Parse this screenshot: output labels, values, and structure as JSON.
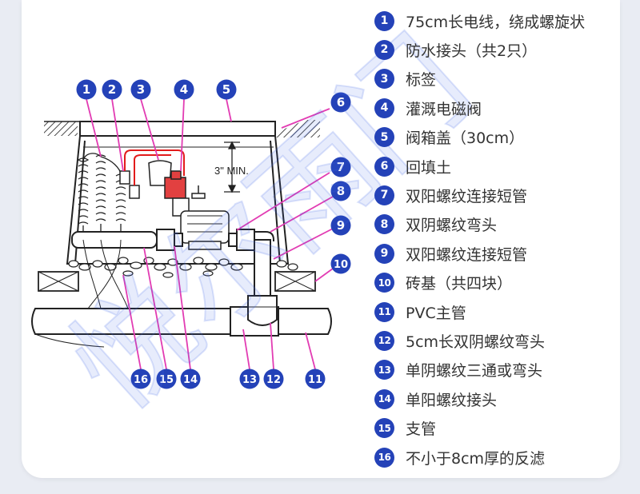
{
  "colors": {
    "badge": "#2442b8",
    "leader": "#e23cb3",
    "wire": "#e21b1b",
    "valve": "#e24040",
    "text": "#333333"
  },
  "diagram": {
    "badges": [
      "1",
      "2",
      "3",
      "4",
      "5",
      "6",
      "7",
      "8",
      "9",
      "10",
      "11",
      "12",
      "13",
      "14",
      "15",
      "16"
    ],
    "clearance_label": "3\" MIN."
  },
  "legend": [
    {
      "num": "1",
      "text": "75cm长电线，绕成螺旋状"
    },
    {
      "num": "2",
      "text": "防水接头（共2只）"
    },
    {
      "num": "3",
      "text": "标签"
    },
    {
      "num": "4",
      "text": "灌溉电磁阀"
    },
    {
      "num": "5",
      "text": "阀箱盖（30cm）"
    },
    {
      "num": "6",
      "text": "回填土"
    },
    {
      "num": "7",
      "text": "双阳螺纹连接短管"
    },
    {
      "num": "8",
      "text": "双阴螺纹弯头"
    },
    {
      "num": "9",
      "text": "双阳螺纹连接短管"
    },
    {
      "num": "10",
      "text": "砖基（共四块）"
    },
    {
      "num": "11",
      "text": "PVC主管"
    },
    {
      "num": "12",
      "text": "5cm长双阴螺纹弯头"
    },
    {
      "num": "13",
      "text": "单阴螺纹三通或弯头"
    },
    {
      "num": "14",
      "text": "单阳螺纹接头"
    },
    {
      "num": "15",
      "text": "支管"
    },
    {
      "num": "16",
      "text": "不小于8cm厚的反滤"
    }
  ],
  "watermark": "悦尔雨门"
}
